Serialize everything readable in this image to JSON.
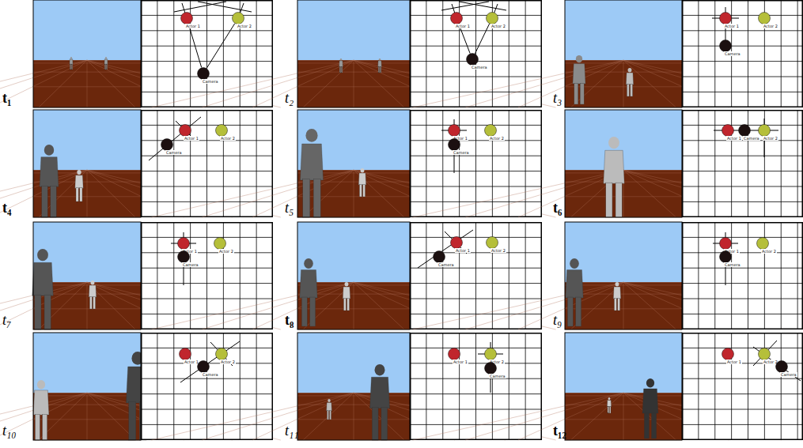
{
  "diagram": {
    "nodes": [
      {
        "text": [
          "Actor 1"
        ]
      },
      {
        "text": [
          "Actor 2"
        ]
      },
      {
        "text": [
          "Camera"
        ]
      },
      {
        "text": [
          "Actor 1"
        ]
      },
      {
        "text": [
          "Actor 2"
        ]
      },
      {
        "text": [
          "Camera"
        ]
      },
      {
        "text": [
          "Actor 1"
        ]
      },
      {
        "text": [
          "Actor 2"
        ]
      },
      {
        "text": [
          "Camera"
        ]
      },
      {
        "text": [
          "Actor 1"
        ]
      },
      {
        "text": [
          "Actor 2"
        ]
      },
      {
        "text": [
          "Camera"
        ]
      },
      {
        "text": [
          "Actor 1"
        ]
      },
      {
        "text": [
          "Actor 2"
        ]
      },
      {
        "text": [
          "Camera"
        ]
      },
      {
        "text": [
          "Actor 1"
        ]
      },
      {
        "text": [
          "Actor 2"
        ]
      },
      {
        "text": [
          "Camera"
        ]
      },
      {
        "text": [
          "Actor 1"
        ]
      },
      {
        "text": [
          "Actor 2"
        ]
      },
      {
        "text": [
          "Camera"
        ]
      },
      {
        "text": [
          "Actor 1"
        ]
      },
      {
        "text": [
          "Actor 2"
        ]
      },
      {
        "text": [
          "Camera"
        ]
      },
      {
        "text": [
          "Actor 1"
        ]
      },
      {
        "text": [
          "Actor 2"
        ]
      },
      {
        "text": [
          "Camera"
        ]
      },
      {
        "text": [
          "Actor 1"
        ]
      },
      {
        "text": [
          "Actor 2"
        ]
      },
      {
        "text": [
          "Camera"
        ]
      },
      {
        "text": [
          "Actor 1"
        ]
      },
      {
        "text": [
          "Actor 2"
        ]
      },
      {
        "text": [
          "Camera"
        ]
      },
      {
        "text": [
          "Actor 1"
        ]
      },
      {
        "text": [
          "Actor 2"
        ]
      },
      {
        "text": [
          "Camera"
        ]
      }
    ],
    "edges": [
      {
        "from": 2,
        "to": 0,
        "arrow": "none"
      },
      {
        "from": 2,
        "to": 1,
        "arrow": "none"
      },
      {
        "from": 5,
        "to": 3,
        "arrow": "none"
      },
      {
        "from": 5,
        "to": 4,
        "arrow": "none"
      }
    ],
    "labels": [
      "t₁",
      "t₂",
      "t₃",
      "t₄",
      "t₅",
      "t₆",
      "t₇",
      "t₈",
      "t₉",
      "t₁₀",
      "t₁₁",
      "t₁₂"
    ]
  }
}
